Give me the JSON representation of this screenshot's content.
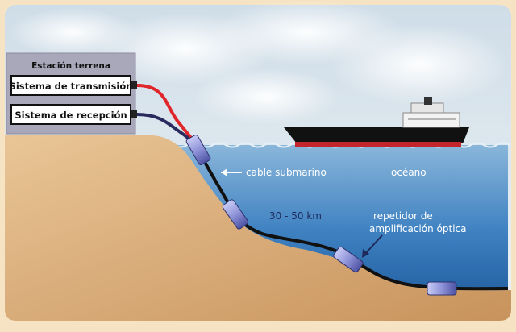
{
  "station": {
    "title": "Estación terrena",
    "transmission": "Sistema de transmisión",
    "reception": "Sistema de recepción"
  },
  "labels": {
    "cable": "cable submarino",
    "ocean": "océano",
    "distance": "30 - 50 km",
    "repeater_line1": "repetidor de",
    "repeater_line2": "amplificación óptica"
  },
  "colors": {
    "frame": "#f5e3c4",
    "sky": "#dde8ee",
    "sea_top": "#7aaad4",
    "sea_bottom": "#1e5a9e",
    "land": "#dfb27e",
    "station_box": "#a9a8ba",
    "transmit_cable": "#e0262a",
    "receive_cable": "#2a2a5e",
    "repeater": "#8f93d8"
  }
}
